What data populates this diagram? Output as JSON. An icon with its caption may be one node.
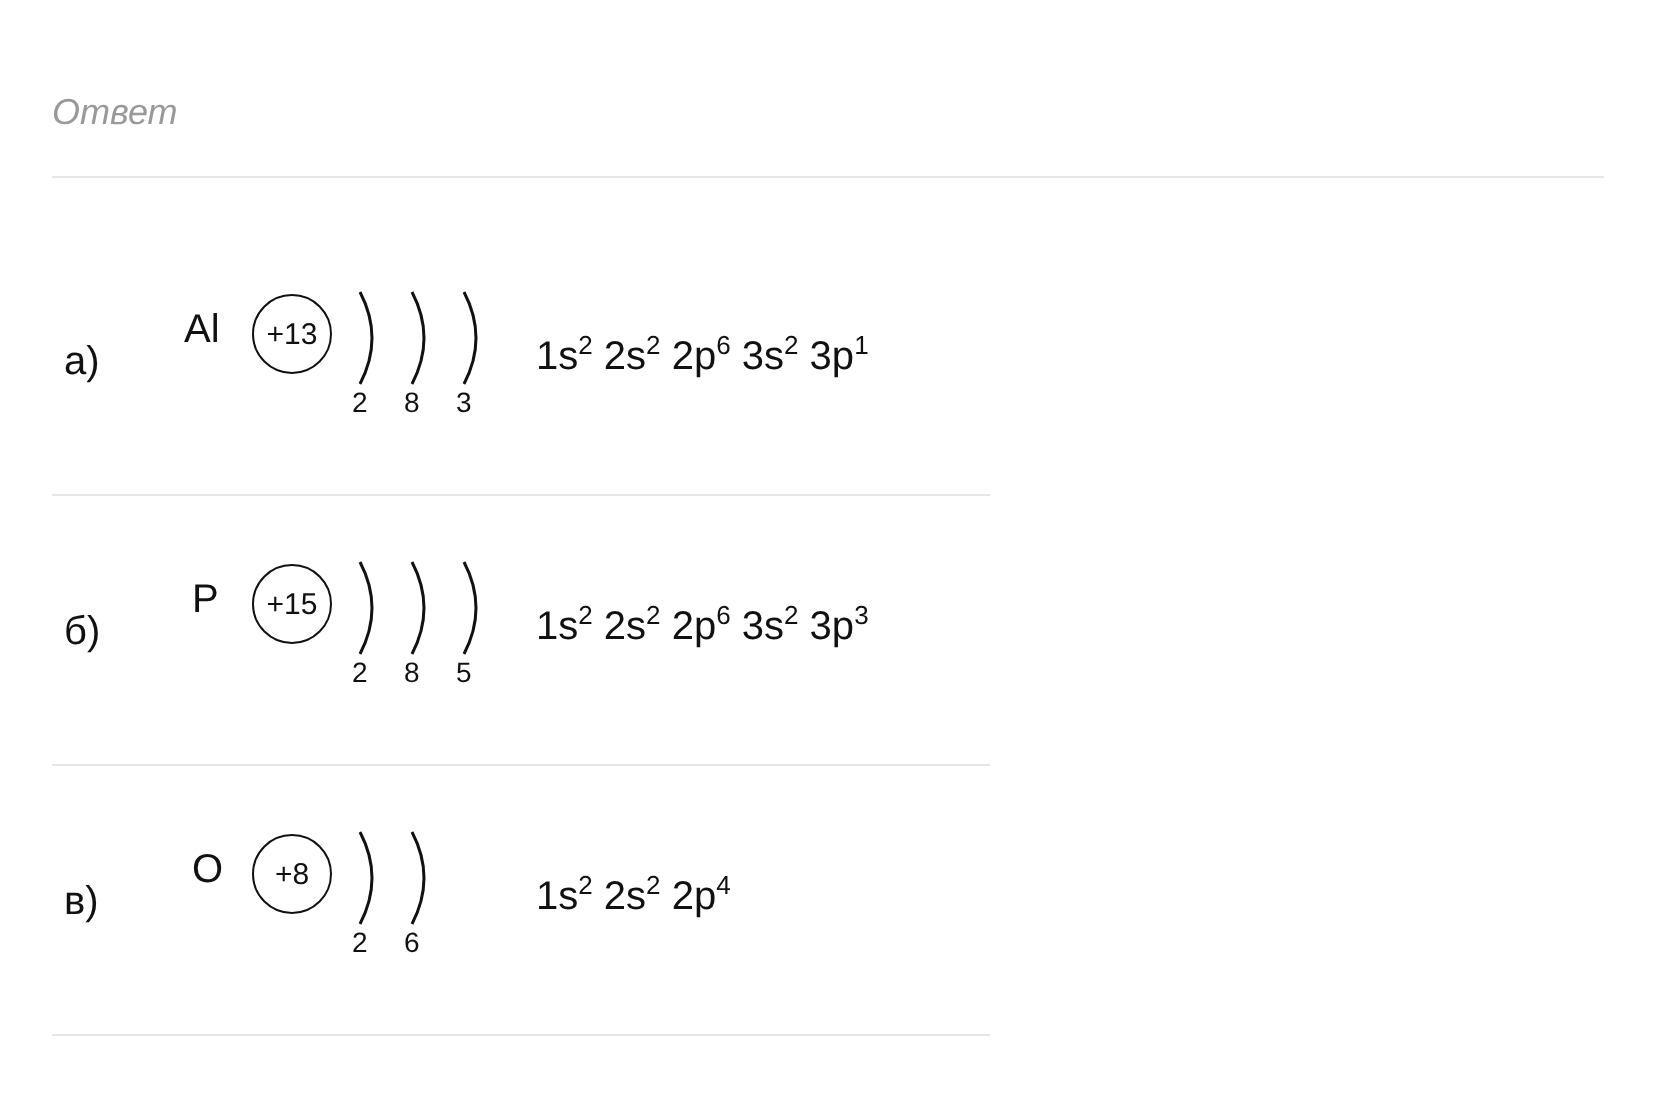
{
  "diagram": {
    "title": "Ответ",
    "nodes": [
      {
        "text": [
          "+13"
        ],
        "beside": [
          "Al"
        ]
      },
      {
        "text": [
          "+15"
        ],
        "beside": [
          "P"
        ]
      },
      {
        "text": [
          "+8"
        ],
        "beside": [
          "O"
        ]
      }
    ],
    "labels": [
      "а)",
      "2",
      "8",
      "3",
      "1s$^{2}$ 2s$^{2}$ 2p$^{6}$ 3s$^{2}$ 3p$^{1}$",
      "б)",
      "2",
      "8",
      "5",
      "1s$^{2}$ 2s$^{2}$ 2p$^{6}$ 3s$^{2}$ 3p$^{3}$",
      "в)",
      "2",
      "6",
      "1s$^{2}$ 2s$^{2}$ 2p$^{4}$"
    ]
  }
}
